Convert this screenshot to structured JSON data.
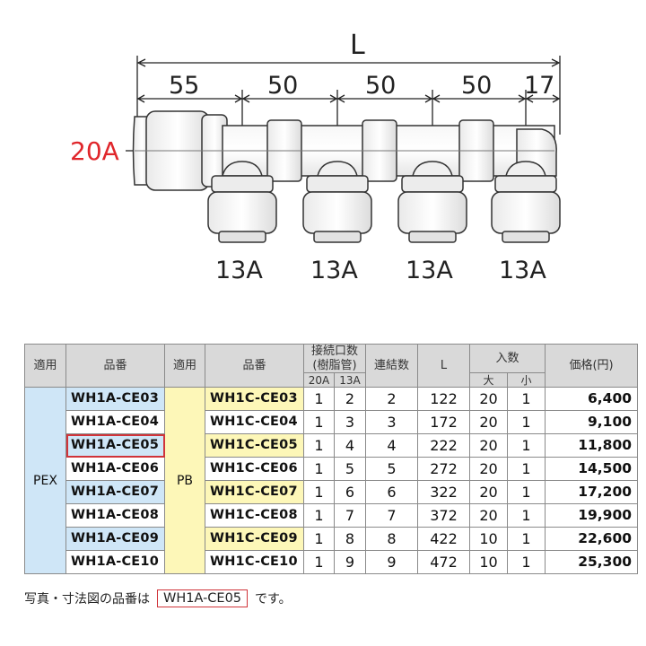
{
  "diagram": {
    "total_label": "L",
    "dims": [
      "55",
      "50",
      "50",
      "50",
      "17"
    ],
    "inlet_label": "20A",
    "outlet_labels": [
      "13A",
      "13A",
      "13A",
      "13A"
    ]
  },
  "table": {
    "headers": {
      "apply1": "適用",
      "code1": "品番",
      "apply2": "適用",
      "code2": "品番",
      "ports": "接続口数\n(樹脂管)",
      "ports_20a": "20A",
      "ports_13a": "13A",
      "links": "連結数",
      "L": "L",
      "qty": "入数",
      "qty_big": "大",
      "qty_small": "小",
      "price": "価格(円)"
    },
    "group1": "PEX",
    "group2": "PB",
    "rows": [
      {
        "code1": "WH1A-CE03",
        "code2": "WH1C-CE03",
        "p20": "1",
        "p13": "2",
        "links": "2",
        "L": "122",
        "big": "20",
        "small": "1",
        "price": "6,400"
      },
      {
        "code1": "WH1A-CE04",
        "code2": "WH1C-CE04",
        "p20": "1",
        "p13": "3",
        "links": "3",
        "L": "172",
        "big": "20",
        "small": "1",
        "price": "9,100"
      },
      {
        "code1": "WH1A-CE05",
        "code2": "WH1C-CE05",
        "p20": "1",
        "p13": "4",
        "links": "4",
        "L": "222",
        "big": "20",
        "small": "1",
        "price": "11,800"
      },
      {
        "code1": "WH1A-CE06",
        "code2": "WH1C-CE06",
        "p20": "1",
        "p13": "5",
        "links": "5",
        "L": "272",
        "big": "20",
        "small": "1",
        "price": "14,500"
      },
      {
        "code1": "WH1A-CE07",
        "code2": "WH1C-CE07",
        "p20": "1",
        "p13": "6",
        "links": "6",
        "L": "322",
        "big": "20",
        "small": "1",
        "price": "17,200"
      },
      {
        "code1": "WH1A-CE08",
        "code2": "WH1C-CE08",
        "p20": "1",
        "p13": "7",
        "links": "7",
        "L": "372",
        "big": "20",
        "small": "1",
        "price": "19,900"
      },
      {
        "code1": "WH1A-CE09",
        "code2": "WH1C-CE09",
        "p20": "1",
        "p13": "8",
        "links": "8",
        "L": "422",
        "big": "10",
        "small": "1",
        "price": "22,600"
      },
      {
        "code1": "WH1A-CE10",
        "code2": "WH1C-CE10",
        "p20": "1",
        "p13": "9",
        "links": "9",
        "L": "472",
        "big": "10",
        "small": "1",
        "price": "25,300"
      }
    ]
  },
  "note": {
    "prefix": "写真・寸法図の品番は",
    "code": "WH1A-CE05",
    "suffix": "です。"
  },
  "colors": {
    "pex": "#cfe6f7",
    "pb": "#fdf7b8",
    "header": "#d9d9d9",
    "accent": "#e0262b"
  }
}
